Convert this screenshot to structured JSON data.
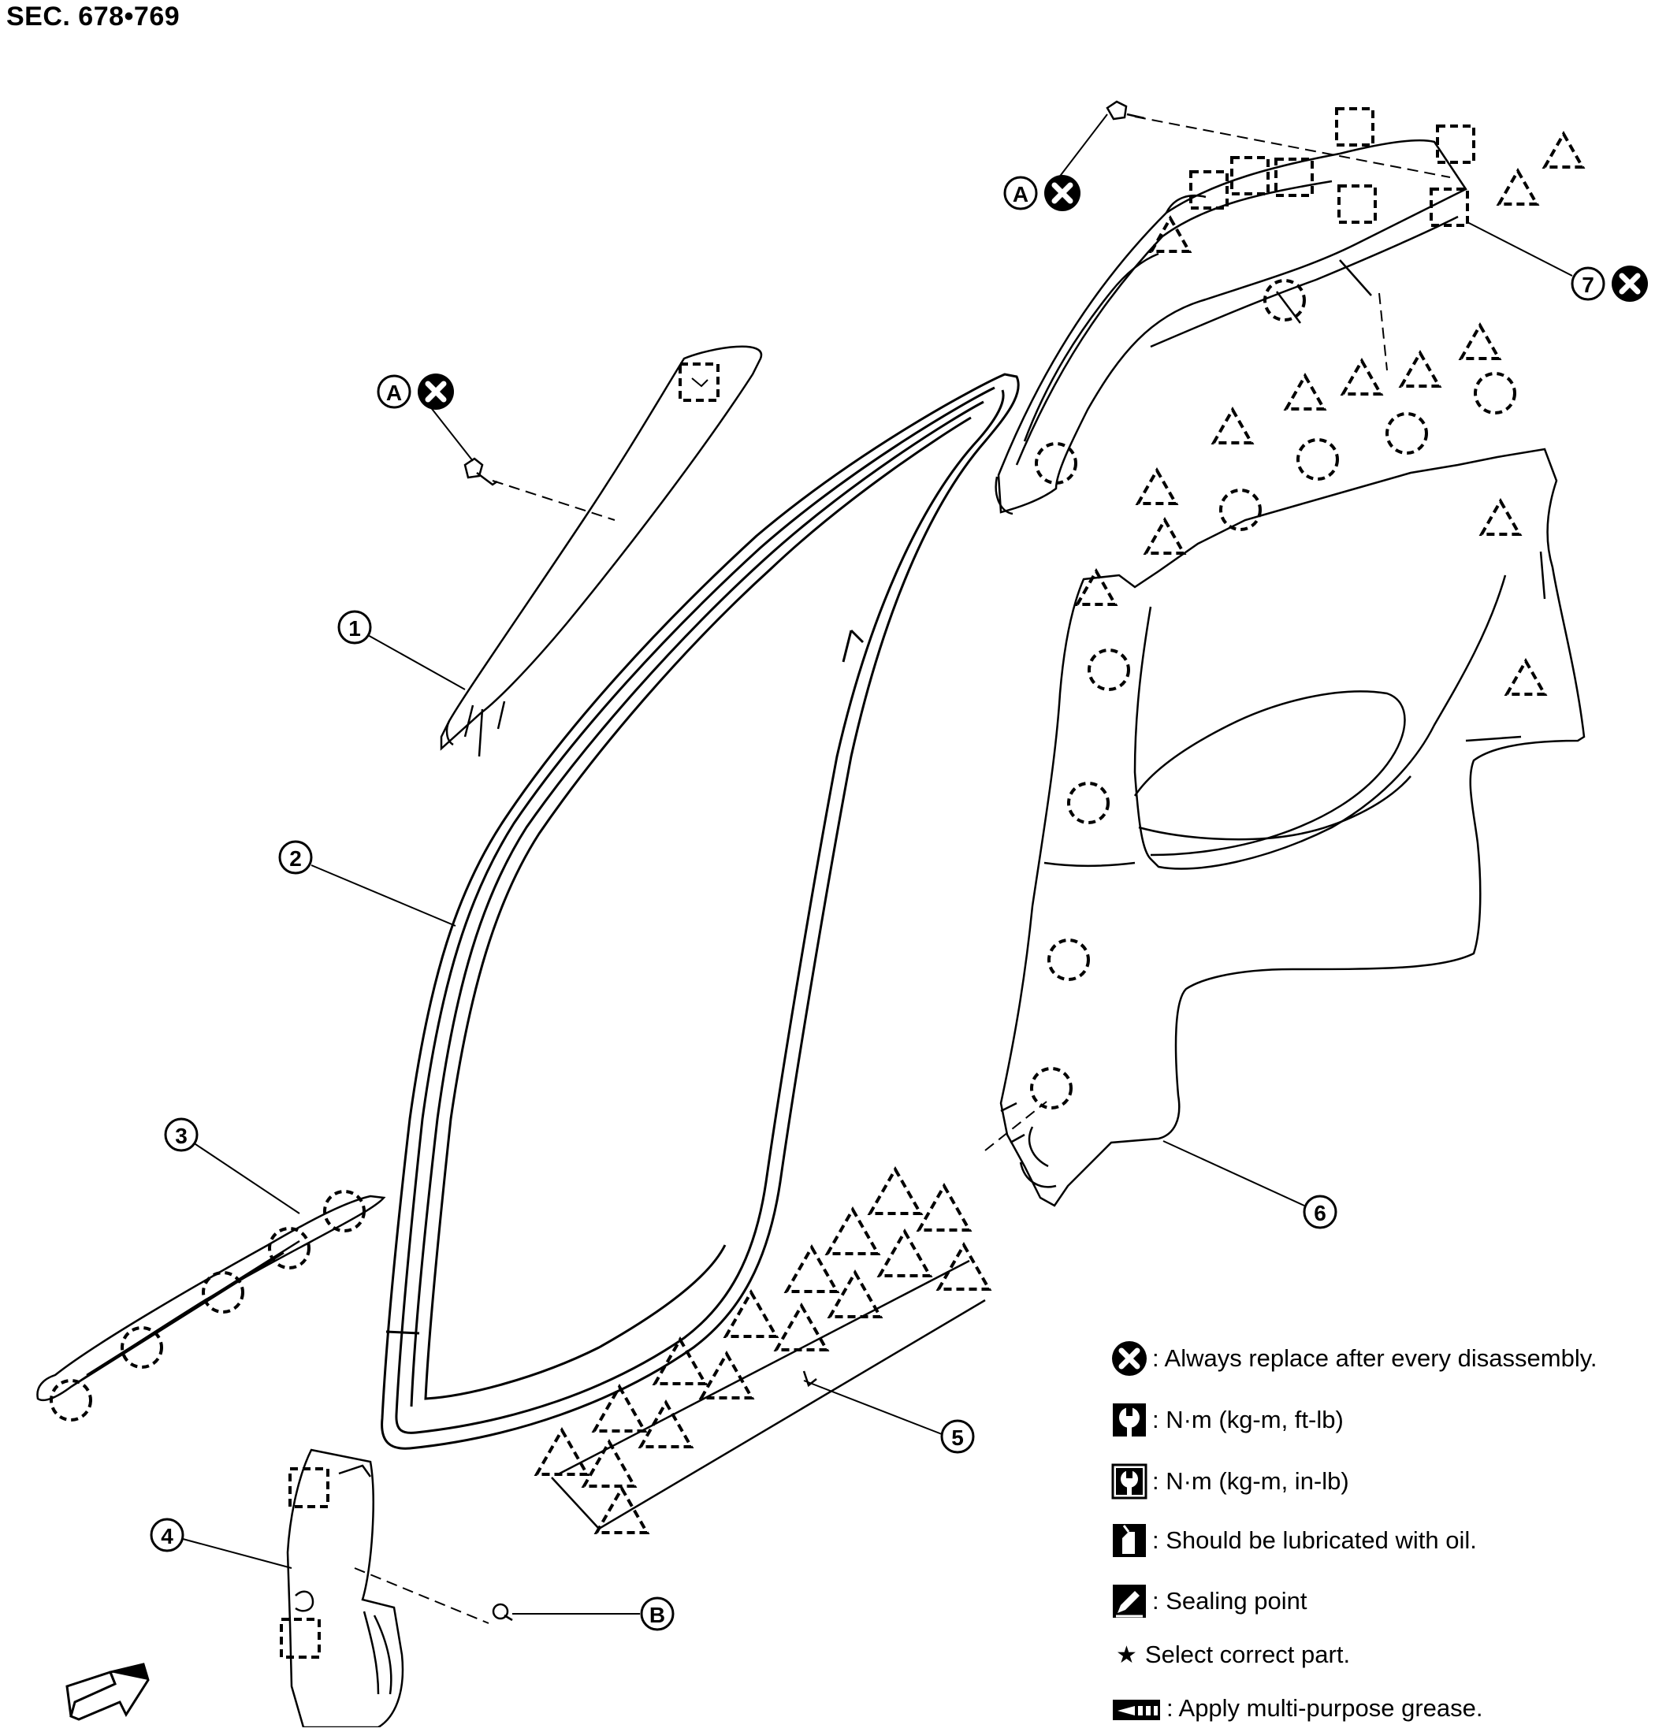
{
  "section_label": "SEC. 678•769",
  "callouts": {
    "c1": "1",
    "c2": "2",
    "c3": "3",
    "c4": "4",
    "c5": "5",
    "c6": "6",
    "c7": "7",
    "a_upper": "A",
    "a_left": "A",
    "b": "B"
  },
  "legend": {
    "replace": ": Always replace after every disassembly.",
    "torque_ftlb": ": N·m (kg-m, ft-lb)",
    "torque_inlb": ": N·m (kg-m, in-lb)",
    "oil": ": Should be lubricated with oil.",
    "sealing": ": Sealing point",
    "select": "Select correct part.",
    "grease": ": Apply multi-purpose grease."
  },
  "icons": {
    "replace": "replace-x-icon",
    "torque_ftlb": "torque-wrench-icon",
    "torque_inlb": "torque-wrench-small-icon",
    "oil": "oil-can-icon",
    "sealing": "sealing-point-icon",
    "select": "star-icon",
    "grease": "grease-icon",
    "front": "front-direction-arrow-icon"
  }
}
